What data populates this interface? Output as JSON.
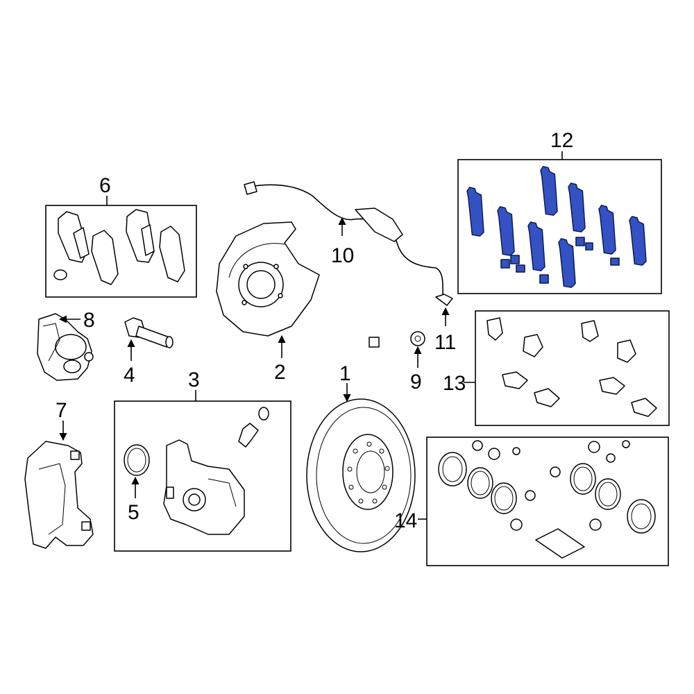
{
  "colors": {
    "highlight": "#3552c4",
    "line": "#000000",
    "background": "#ffffff"
  },
  "callouts": {
    "c1": "1",
    "c2": "2",
    "c3": "3",
    "c4": "4",
    "c5": "5",
    "c6": "6",
    "c7": "7",
    "c8": "8",
    "c9": "9",
    "c10": "10",
    "c11": "11",
    "c12": "12",
    "c13": "13",
    "c14": "14"
  }
}
